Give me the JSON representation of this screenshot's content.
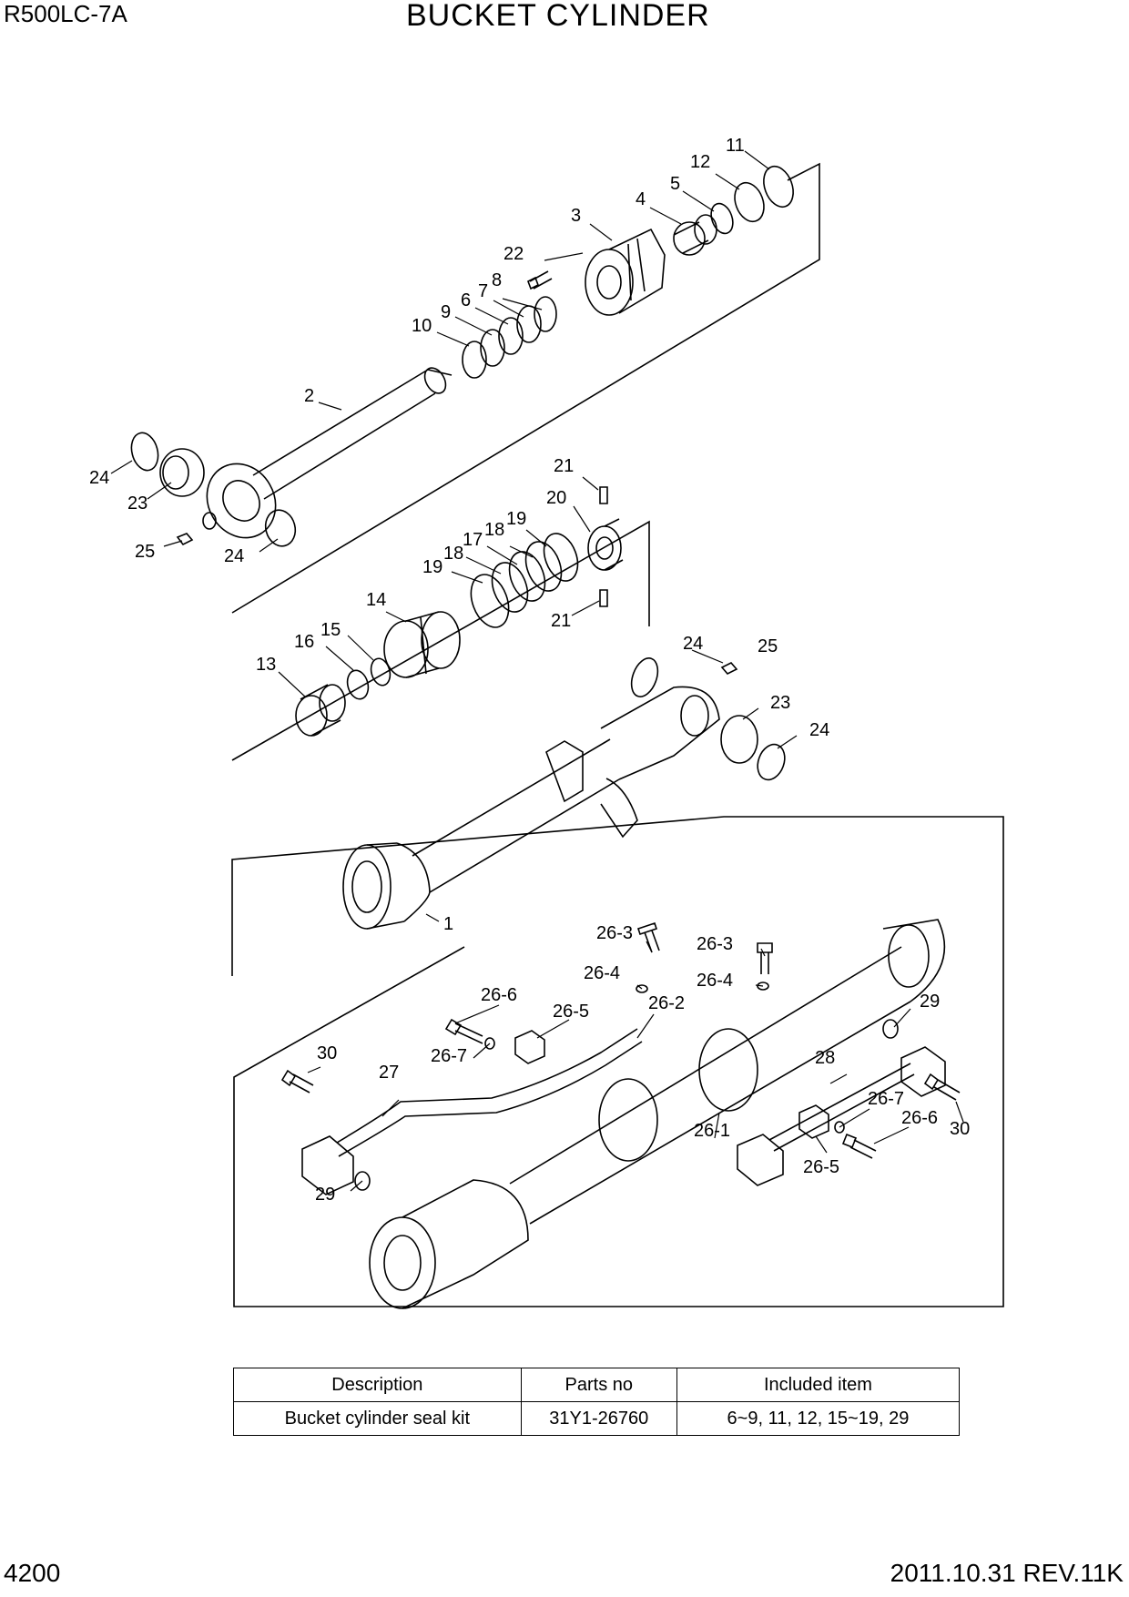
{
  "header": {
    "model": "R500LC-7A",
    "title": "BUCKET CYLINDER"
  },
  "footer": {
    "page_number": "4200",
    "revision": "2011.10.31  REV.11K"
  },
  "part_labels": [
    "11",
    "12",
    "5",
    "4",
    "3",
    "22",
    "8",
    "7",
    "6",
    "9",
    "10",
    "2",
    "24",
    "23",
    "25",
    "24",
    "21",
    "20",
    "19",
    "18",
    "17",
    "18",
    "19",
    "14",
    "15",
    "16",
    "13",
    "21",
    "24",
    "25",
    "23",
    "24",
    "1",
    "26-3",
    "26-3",
    "26-4",
    "26-4",
    "26-6",
    "26-5",
    "26-2",
    "29",
    "30",
    "27",
    "26-7",
    "28",
    "26-7",
    "26-6",
    "30",
    "26-1",
    "26-5",
    "29"
  ],
  "kit_table": {
    "headers": [
      "Description",
      "Parts no",
      "Included item"
    ],
    "rows": [
      [
        "Bucket cylinder seal kit",
        "31Y1-26760",
        "6~9, 11, 12, 15~19, 29"
      ]
    ]
  }
}
